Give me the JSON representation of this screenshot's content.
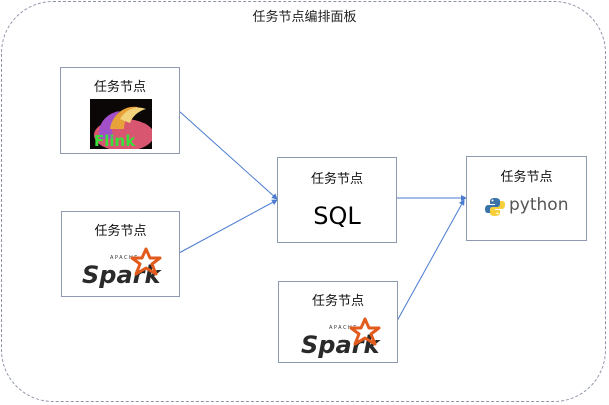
{
  "panel": {
    "title": "任务节点编排面板"
  },
  "nodes": [
    {
      "id": "flink",
      "label": "任务节点",
      "logo": "flink-logo",
      "logo_text": "Flink"
    },
    {
      "id": "spark1",
      "label": "任务节点",
      "logo": "spark-logo",
      "logo_text": "Spark",
      "logo_subtext": "APACHE"
    },
    {
      "id": "sql",
      "label": "任务节点",
      "logo": "sql-text",
      "logo_text": "SQL"
    },
    {
      "id": "spark2",
      "label": "任务节点",
      "logo": "spark-logo",
      "logo_text": "Spark",
      "logo_subtext": "APACHE"
    },
    {
      "id": "python",
      "label": "任务节点",
      "logo": "python-logo",
      "logo_text": "python"
    }
  ],
  "edges": [
    {
      "from": "flink",
      "to": "sql"
    },
    {
      "from": "spark1",
      "to": "sql"
    },
    {
      "from": "sql",
      "to": "python"
    },
    {
      "from": "spark2",
      "to": "python"
    }
  ],
  "colors": {
    "edge": "#4a7bd0",
    "node_border": "#8d9ab0",
    "frame_border": "#8c93a8",
    "spark_star": "#e25a1c",
    "python_blue": "#3b73a8",
    "python_yellow": "#f7cf3a"
  }
}
